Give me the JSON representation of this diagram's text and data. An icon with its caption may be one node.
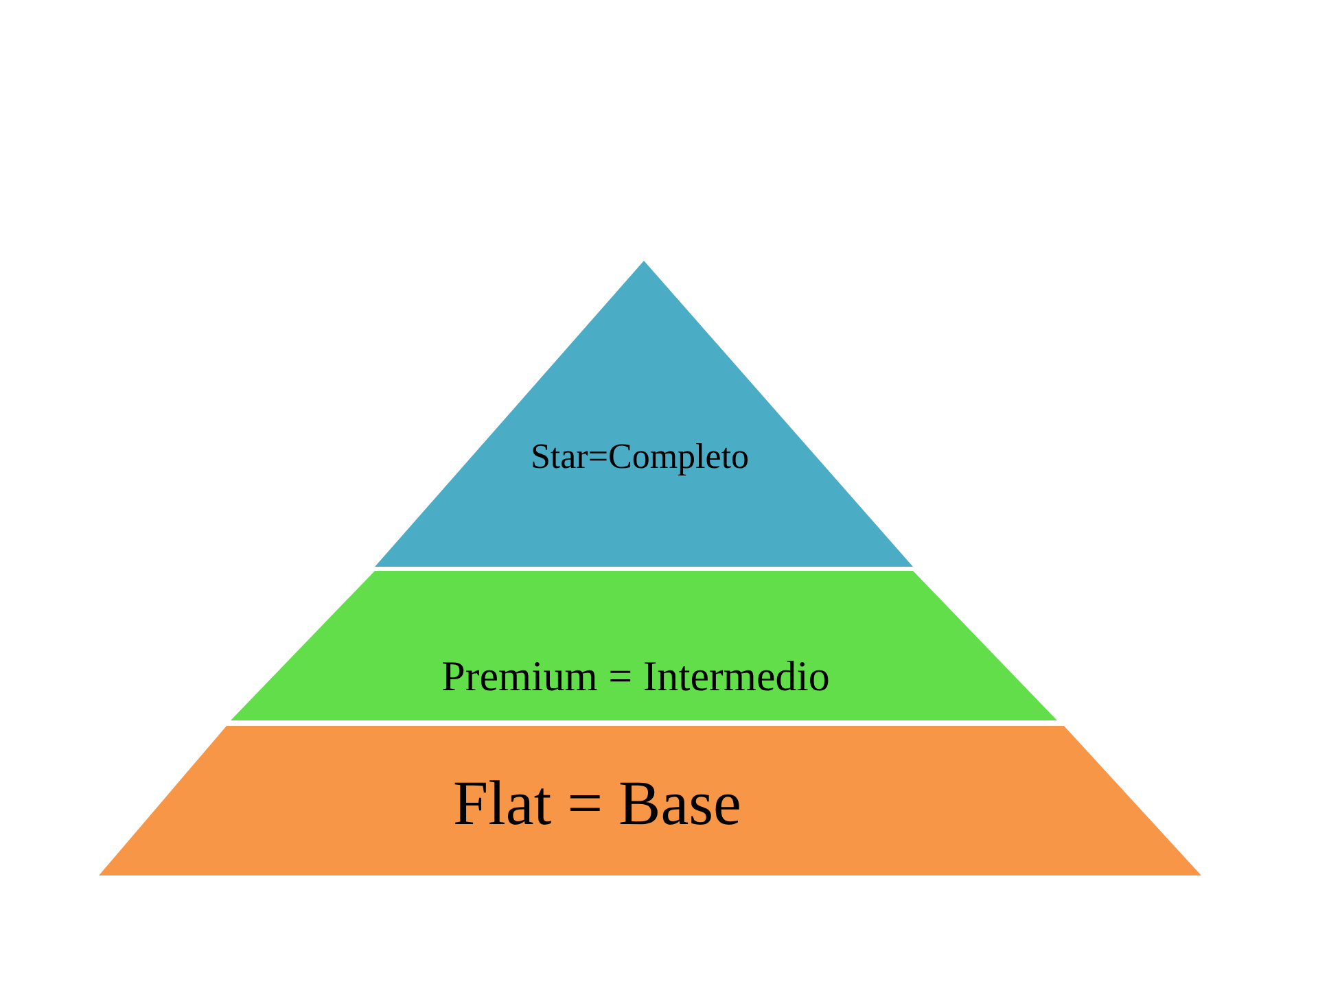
{
  "diagram": {
    "nodes": [
      {
        "text": [
          "Star=Completo"
        ]
      },
      {
        "text": [
          "Premium = Intermedio"
        ]
      },
      {
        "text": [
          "Flat = Base"
        ]
      }
    ]
  }
}
